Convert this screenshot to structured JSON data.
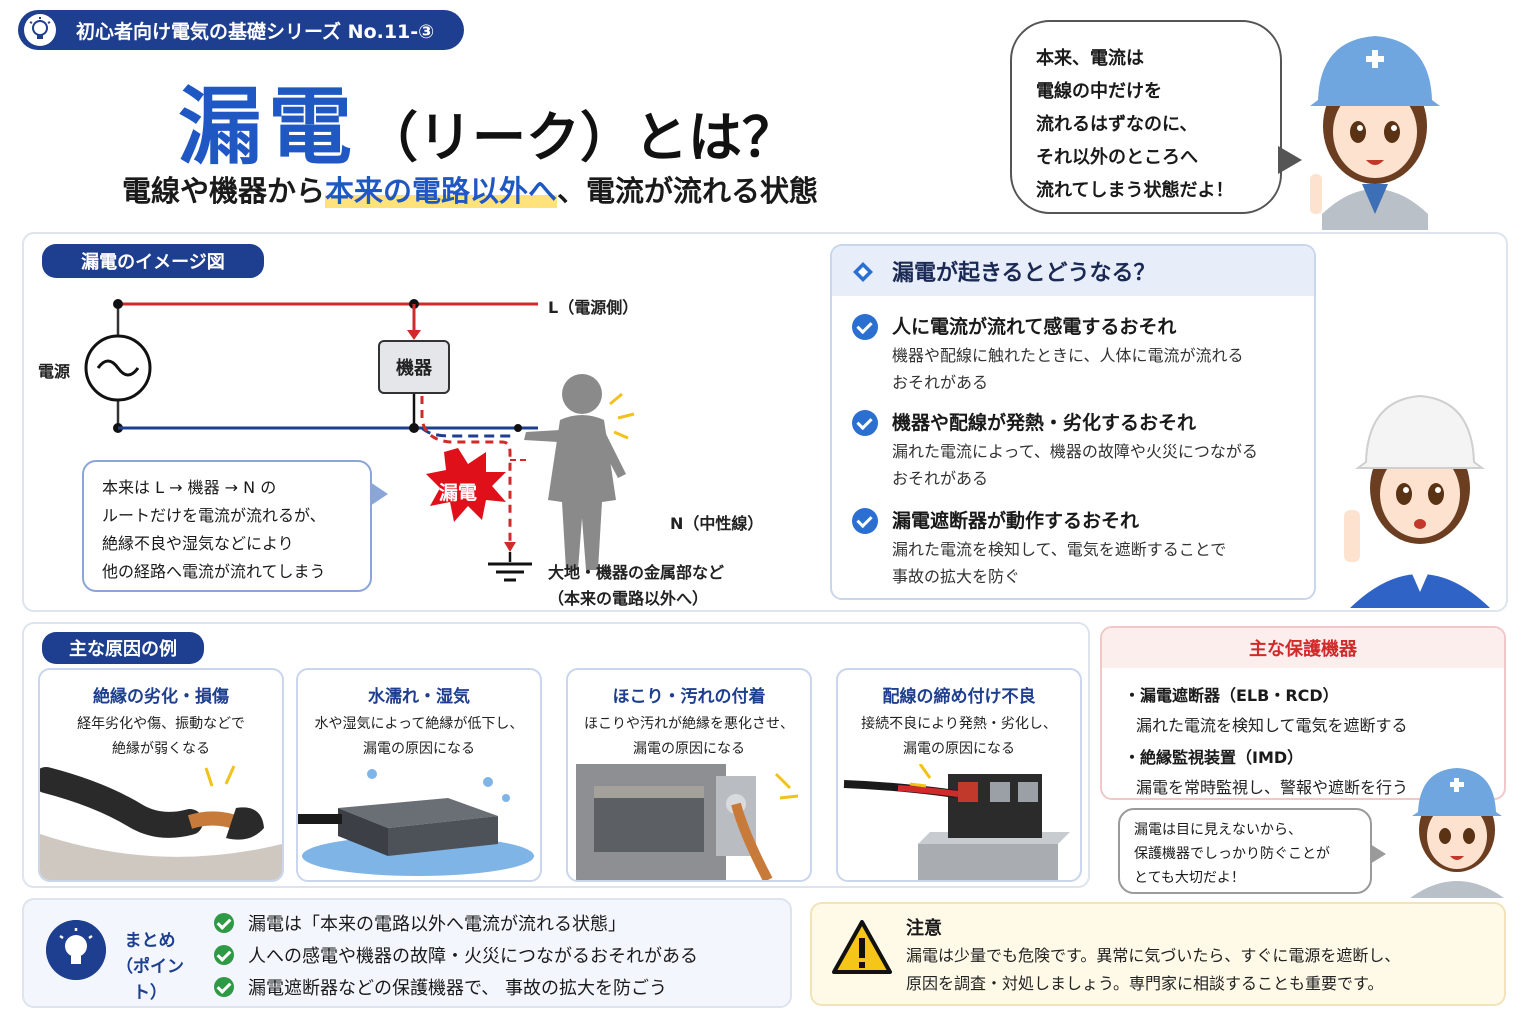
{
  "header": {
    "series": "初心者向け電気の基礎シリーズ No.11-③",
    "title_main": "漏電",
    "title_rest": "（リーク）とは？",
    "subtitle_before": "電線や機器から",
    "subtitle_highlight": "本来の電路以外へ",
    "subtitle_after": "、電流が流れる状態"
  },
  "speech_top": {
    "lines": [
      "本来、電流は",
      "電線の中だけを",
      "流れるはずなのに、",
      "それ以外のところへ",
      "流れてしまう状態だよ！"
    ]
  },
  "image_section": {
    "label": "漏電のイメージ図",
    "power_label": "電源",
    "line_label": "L（電源側）",
    "neutral_label": "N（中性線）",
    "device_label": "機器",
    "leak_label": "漏電",
    "ground_lines": [
      "大地・機器の金属部など",
      "（本来の電路以外へ）"
    ],
    "note_lines": [
      "本来は L → 機器 → N の",
      "ルートだけを電流が流れるが、",
      "絶縁不良や湿気などにより",
      "他の経路へ電流が流れてしまう"
    ]
  },
  "effects": {
    "title": "漏電が起きるとどうなる？",
    "items": [
      {
        "heading": "人に電流が流れて感電するおそれ",
        "lines": [
          "機器や配線に触れたときに、人体に電流が流れる",
          "おそれがある"
        ]
      },
      {
        "heading": "機器や配線が発熱・劣化するおそれ",
        "lines": [
          "漏れた電流によって、機器の故障や火災につながる",
          "おそれがある"
        ]
      },
      {
        "heading": "漏電遮断器が動作するおそれ",
        "lines": [
          "漏れた電流を検知して、電気を遮断することで",
          "事故の拡大を防ぐ"
        ]
      }
    ]
  },
  "causes": {
    "label": "主な原因の例",
    "items": [
      {
        "heading": "絶縁の劣化・損傷",
        "lines": [
          "経年劣化や傷、振動などで",
          "絶縁が弱くなる"
        ]
      },
      {
        "heading": "水濡れ・湿気",
        "lines": [
          "水や湿気によって絶縁が低下し、",
          "漏電の原因になる"
        ]
      },
      {
        "heading": "ほこり・汚れの付着",
        "lines": [
          "ほこりや汚れが絶縁を悪化させ、",
          "漏電の原因になる"
        ]
      },
      {
        "heading": "配線の締め付け不良",
        "lines": [
          "接続不良により発熱・劣化し、",
          "漏電の原因になる"
        ]
      }
    ]
  },
  "protection": {
    "title": "主な保護機器",
    "items": [
      {
        "heading": "・漏電遮断器（ELB・RCD）",
        "desc": "漏れた電流を検知して電気を遮断する"
      },
      {
        "heading": "・絶縁監視装置（IMD）",
        "desc": "漏電を常時監視し、警報や遮断を行う"
      }
    ]
  },
  "speech_bottom": {
    "lines": [
      "漏電は目に見えないから、",
      "保護機器でしっかり防ぐことが",
      "とても大切だよ！"
    ]
  },
  "summary": {
    "title_lines": [
      "まとめ",
      "（ポイント）"
    ],
    "items": [
      "漏電は「本来の電路以外へ電流が流れる状態」",
      "人への感電や機器の故障・火災につながるおそれがある",
      "漏電遮断器などの保護機器で、 事故の拡大を防ごう"
    ]
  },
  "caution": {
    "title": "注意",
    "lines": [
      "漏電は少量でも危険です。異常に気づいたら、すぐに電源を遮断し、",
      "原因を調査・対処しましょう。専門家に相談することも重要です。"
    ]
  },
  "colors": {
    "navy": "#1e3f8f",
    "blue": "#1f57c3",
    "red": "#d12a2a",
    "green": "#2f9a45",
    "highlight": "#ffe27a"
  },
  "icons": [
    "lightbulb-icon",
    "check-icon",
    "warning-icon",
    "diamond-icon"
  ]
}
